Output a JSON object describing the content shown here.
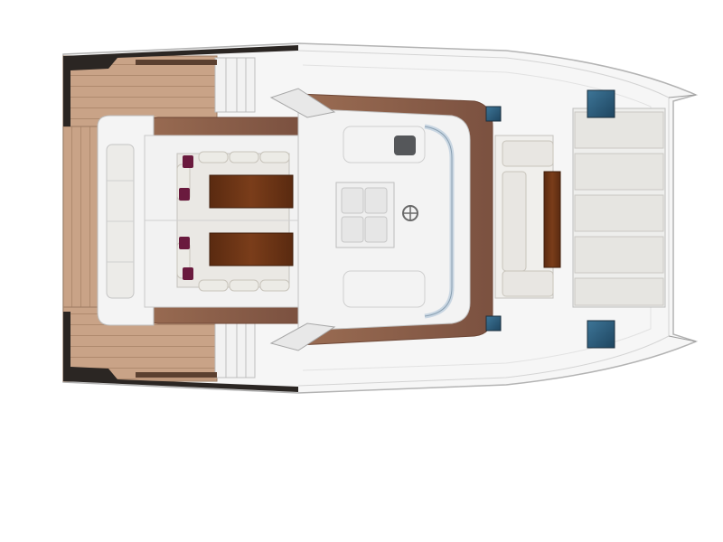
{
  "colors": {
    "background": "#ffffff",
    "hull": "#f6f6f6",
    "hull_outline": "#b9b9b9",
    "teak": "#c7a184",
    "teak_seam": "#a98467",
    "flybridge_trim": "#8e6249",
    "cushion": "#eceae6",
    "table_wood": "#6b3416",
    "pillow": "#6a1a3e",
    "hatch_glass": "#2a5a78",
    "black_rail": "#2b2623",
    "windshield": "#c9d6e2"
  },
  "icons": {
    "helm": "steering-wheel-icon",
    "hatch": "deck-hatch-icon"
  },
  "counts": {
    "deck_hatches": 4,
    "pillows": 4,
    "dining_tables": 2,
    "sunbed_pads": 5
  }
}
